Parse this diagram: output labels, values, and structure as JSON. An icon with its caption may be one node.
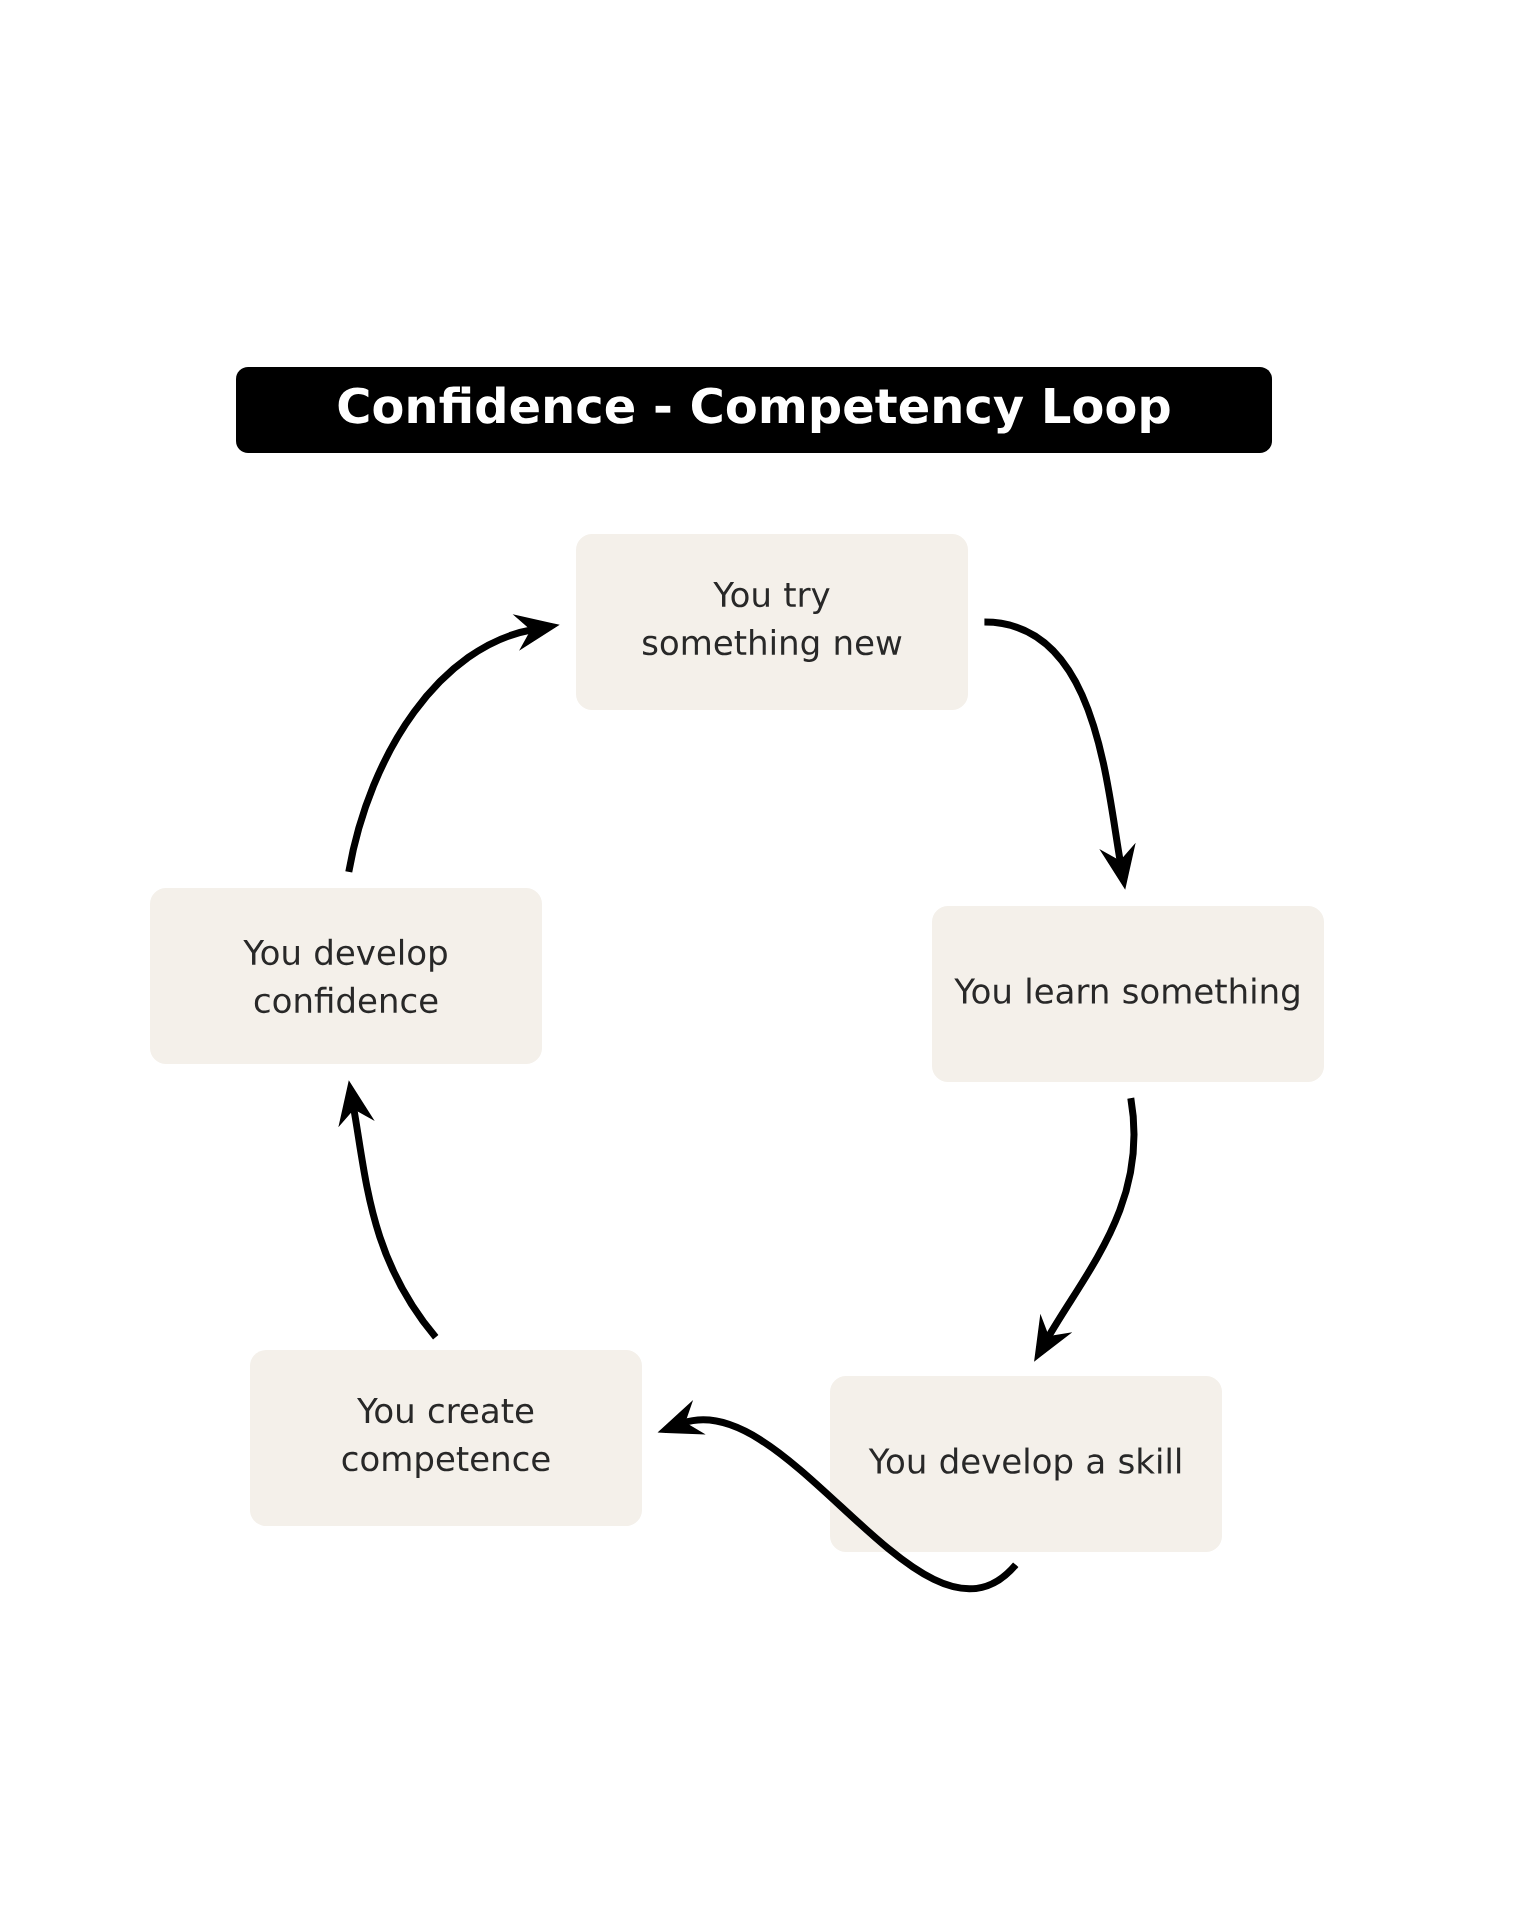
{
  "diagram": {
    "title": "Confidence - Competency Loop",
    "nodes": [
      {
        "text": [
          "You try something new"
        ]
      },
      {
        "text": [
          "You learn something"
        ]
      },
      {
        "text": [
          "You develop a skill"
        ]
      },
      {
        "text": [
          "You create competence"
        ]
      },
      {
        "text": [
          "You develop confidence"
        ]
      }
    ],
    "edges": [
      {
        "from": 0,
        "to": 1,
        "arrow": "to"
      },
      {
        "from": 1,
        "to": 2,
        "arrow": "to"
      },
      {
        "from": 2,
        "to": 3,
        "arrow": "to"
      },
      {
        "from": 3,
        "to": 4,
        "arrow": "to"
      },
      {
        "from": 4,
        "to": 0,
        "arrow": "to"
      }
    ]
  }
}
